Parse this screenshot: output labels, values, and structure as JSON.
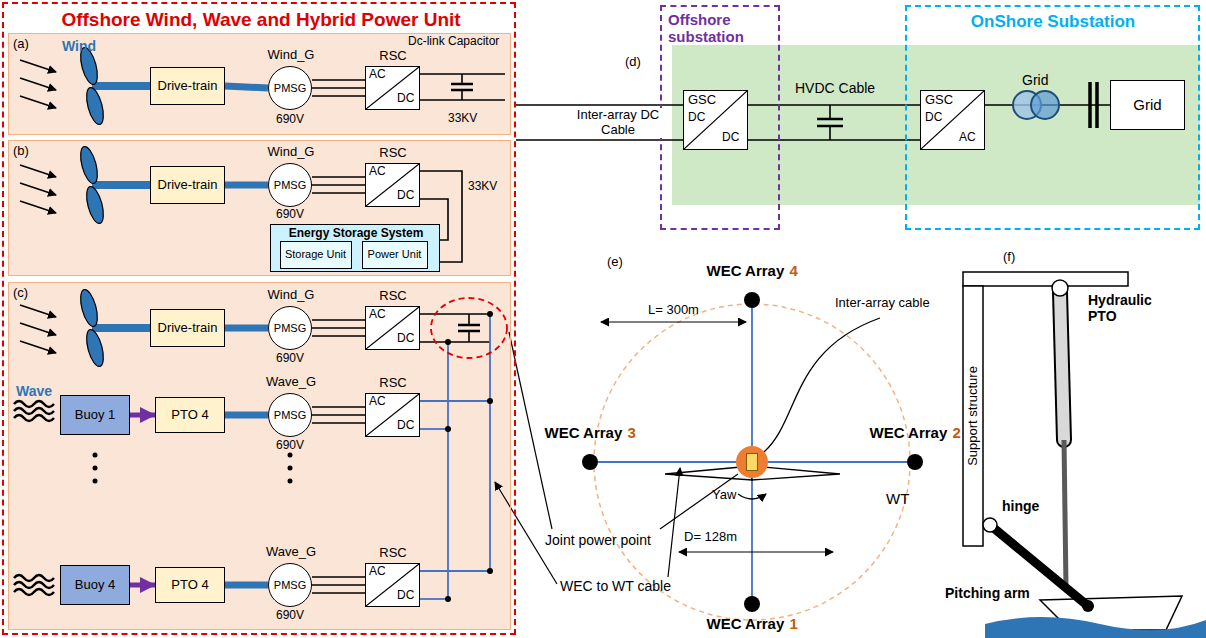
{
  "diagram": {
    "nodes": [
      {
        "text": [
          "Offshore Wind, Wave and Hybrid Power Unit"
        ]
      },
      {
        "text": [
          "(a)"
        ],
        "in": 0
      },
      {
        "text": [
          "Drive-train"
        ],
        "in": 1
      },
      {
        "text": [
          "Wind_G",
          "PMSG"
        ],
        "in": 1
      },
      {
        "text": [
          "RSC",
          "AC",
          "DC"
        ],
        "in": 1
      },
      {
        "text": [
          "(b)"
        ],
        "in": 0
      },
      {
        "text": [
          "Drive-train"
        ],
        "in": 5
      },
      {
        "text": [
          "Wind_G",
          "PMSG"
        ],
        "in": 5
      },
      {
        "text": [
          "RSC",
          "AC",
          "DC"
        ],
        "in": 5
      },
      {
        "text": [
          "Energy Storage System"
        ],
        "in": 5
      },
      {
        "text": [
          "Storage Unit"
        ],
        "in": 9
      },
      {
        "text": [
          "Power Unit"
        ],
        "in": 9
      },
      {
        "text": [
          "(c)"
        ],
        "in": 0
      },
      {
        "text": [
          "Drive-train"
        ],
        "in": 12
      },
      {
        "text": [
          "Wind_G",
          "PMSG"
        ],
        "in": 12
      },
      {
        "text": [
          "RSC",
          "AC",
          "DC"
        ],
        "in": 12
      },
      {
        "text": [
          "Buoy 1"
        ],
        "in": 12
      },
      {
        "text": [
          "PTO 4"
        ],
        "in": 12
      },
      {
        "text": [
          "Wave_G",
          "PMSG"
        ],
        "in": 12
      },
      {
        "text": [
          "RSC",
          "AC",
          "DC"
        ],
        "in": 12
      },
      {
        "text": [
          "Buoy 4"
        ],
        "in": 12
      },
      {
        "text": [
          "PTO 4"
        ],
        "in": 12
      },
      {
        "text": [
          "Wave_G",
          "PMSG"
        ],
        "in": 12
      },
      {
        "text": [
          "RSC",
          "AC",
          "DC"
        ],
        "in": 12
      },
      {
        "text": [
          "Offshore substation"
        ]
      },
      {
        "text": [
          "GSC",
          "DC",
          "DC"
        ],
        "in": 24
      },
      {
        "text": [
          "OnShore Substation"
        ]
      },
      {
        "text": [
          "GSC",
          "DC",
          "AC"
        ],
        "in": 26
      },
      {
        "text": [
          "Grid"
        ],
        "in": 26
      },
      {
        "text": [
          "WEC Array",
          "4"
        ]
      },
      {
        "text": [
          "WEC Array",
          "3"
        ]
      },
      {
        "text": [
          "WEC Array",
          "2"
        ]
      },
      {
        "text": [
          "WEC Array",
          "1"
        ]
      },
      {
        "text": [
          "WT"
        ]
      }
    ],
    "edges": [
      {
        "from": 2,
        "to": 3,
        "arrow": "none"
      },
      {
        "from": 3,
        "to": 4,
        "arrow": "none"
      },
      {
        "from": 6,
        "to": 7,
        "arrow": "none"
      },
      {
        "from": 7,
        "to": 8,
        "arrow": "none"
      },
      {
        "from": 9,
        "to": 8,
        "arrow": "none"
      },
      {
        "from": 13,
        "to": 14,
        "arrow": "none"
      },
      {
        "from": 14,
        "to": 15,
        "arrow": "none"
      },
      {
        "from": 16,
        "to": 17,
        "arrow": "to"
      },
      {
        "from": 17,
        "to": 18,
        "arrow": "none"
      },
      {
        "from": 18,
        "to": 19,
        "arrow": "none"
      },
      {
        "from": 20,
        "to": 21,
        "arrow": "to"
      },
      {
        "from": 21,
        "to": 22,
        "arrow": "none"
      },
      {
        "from": 22,
        "to": 23,
        "arrow": "none"
      },
      {
        "from": 0,
        "to": 25,
        "label": "Inter-array DC Cable",
        "arrow": "none"
      },
      {
        "from": 25,
        "to": 27,
        "label": "HVDC Cable",
        "arrow": "none"
      },
      {
        "from": 27,
        "to": 28,
        "arrow": "none"
      },
      {
        "from": 29,
        "to": 33,
        "arrow": "none"
      },
      {
        "from": 30,
        "to": 33,
        "arrow": "none"
      },
      {
        "from": 31,
        "to": 33,
        "arrow": "none"
      },
      {
        "from": 32,
        "to": 33,
        "arrow": "none"
      }
    ],
    "labels": [
      "Wind",
      "Dc-link Capacitor",
      "690V",
      "33KV",
      "690V",
      "33KV",
      "690V",
      "Wave",
      "690V",
      "690V",
      "Joint power point",
      "WEC to WT cable",
      "(d)",
      "Grid",
      "(e)",
      "L= 300m",
      "D= 128m",
      "Inter-array cable",
      "Yaw",
      "(f)",
      "Support structure",
      "Hydraulic PTO",
      "hinge",
      "Pitching arm"
    ]
  }
}
